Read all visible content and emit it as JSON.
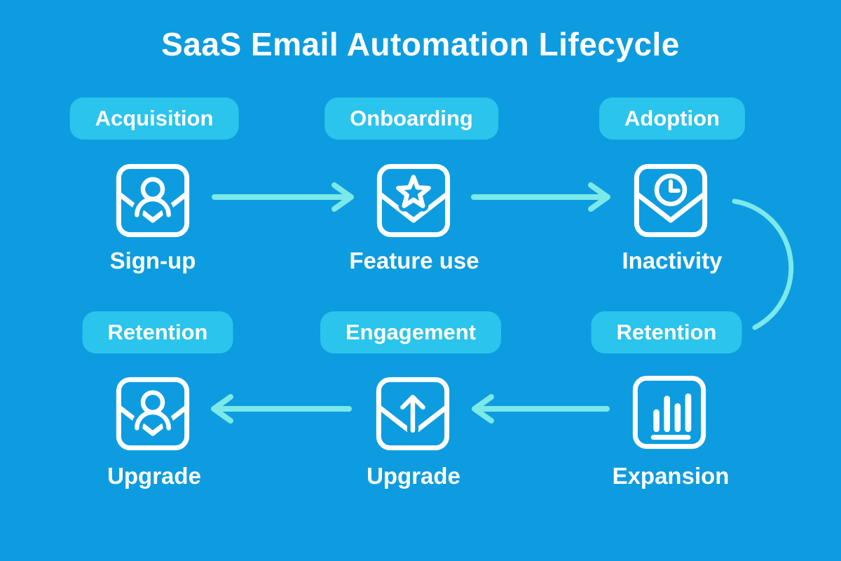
{
  "title": "SaaS Email Automation Lifecycle",
  "colors": {
    "background": "#0d9ce0",
    "badge": "#2ac4ec",
    "arrow": "#7ce9e9",
    "text": "#ffffff"
  },
  "stages": [
    {
      "badge": "Acquisition",
      "label": "Sign-up",
      "icon": "envelope-user-icon"
    },
    {
      "badge": "Onboarding",
      "label": "Feature use",
      "icon": "envelope-star-icon"
    },
    {
      "badge": "Adoption",
      "label": "Inactivity",
      "icon": "envelope-clock-icon"
    },
    {
      "badge": "Retention",
      "label": "Upgrade",
      "icon": "envelope-user-icon"
    },
    {
      "badge": "Engagement",
      "label": "Upgrade",
      "icon": "envelope-arrow-up-icon"
    },
    {
      "badge": "Retention",
      "label": "Expansion",
      "icon": "bar-chart-icon"
    }
  ],
  "arrows": [
    {
      "from": "Sign-up",
      "to": "Feature use",
      "direction": "right"
    },
    {
      "from": "Feature use",
      "to": "Inactivity",
      "direction": "right"
    },
    {
      "from": "Inactivity",
      "to": "Retention",
      "direction": "curve-down"
    },
    {
      "from": "Expansion",
      "to": "Upgrade",
      "direction": "left"
    },
    {
      "from": "Upgrade",
      "to": "Upgrade",
      "direction": "left"
    }
  ]
}
